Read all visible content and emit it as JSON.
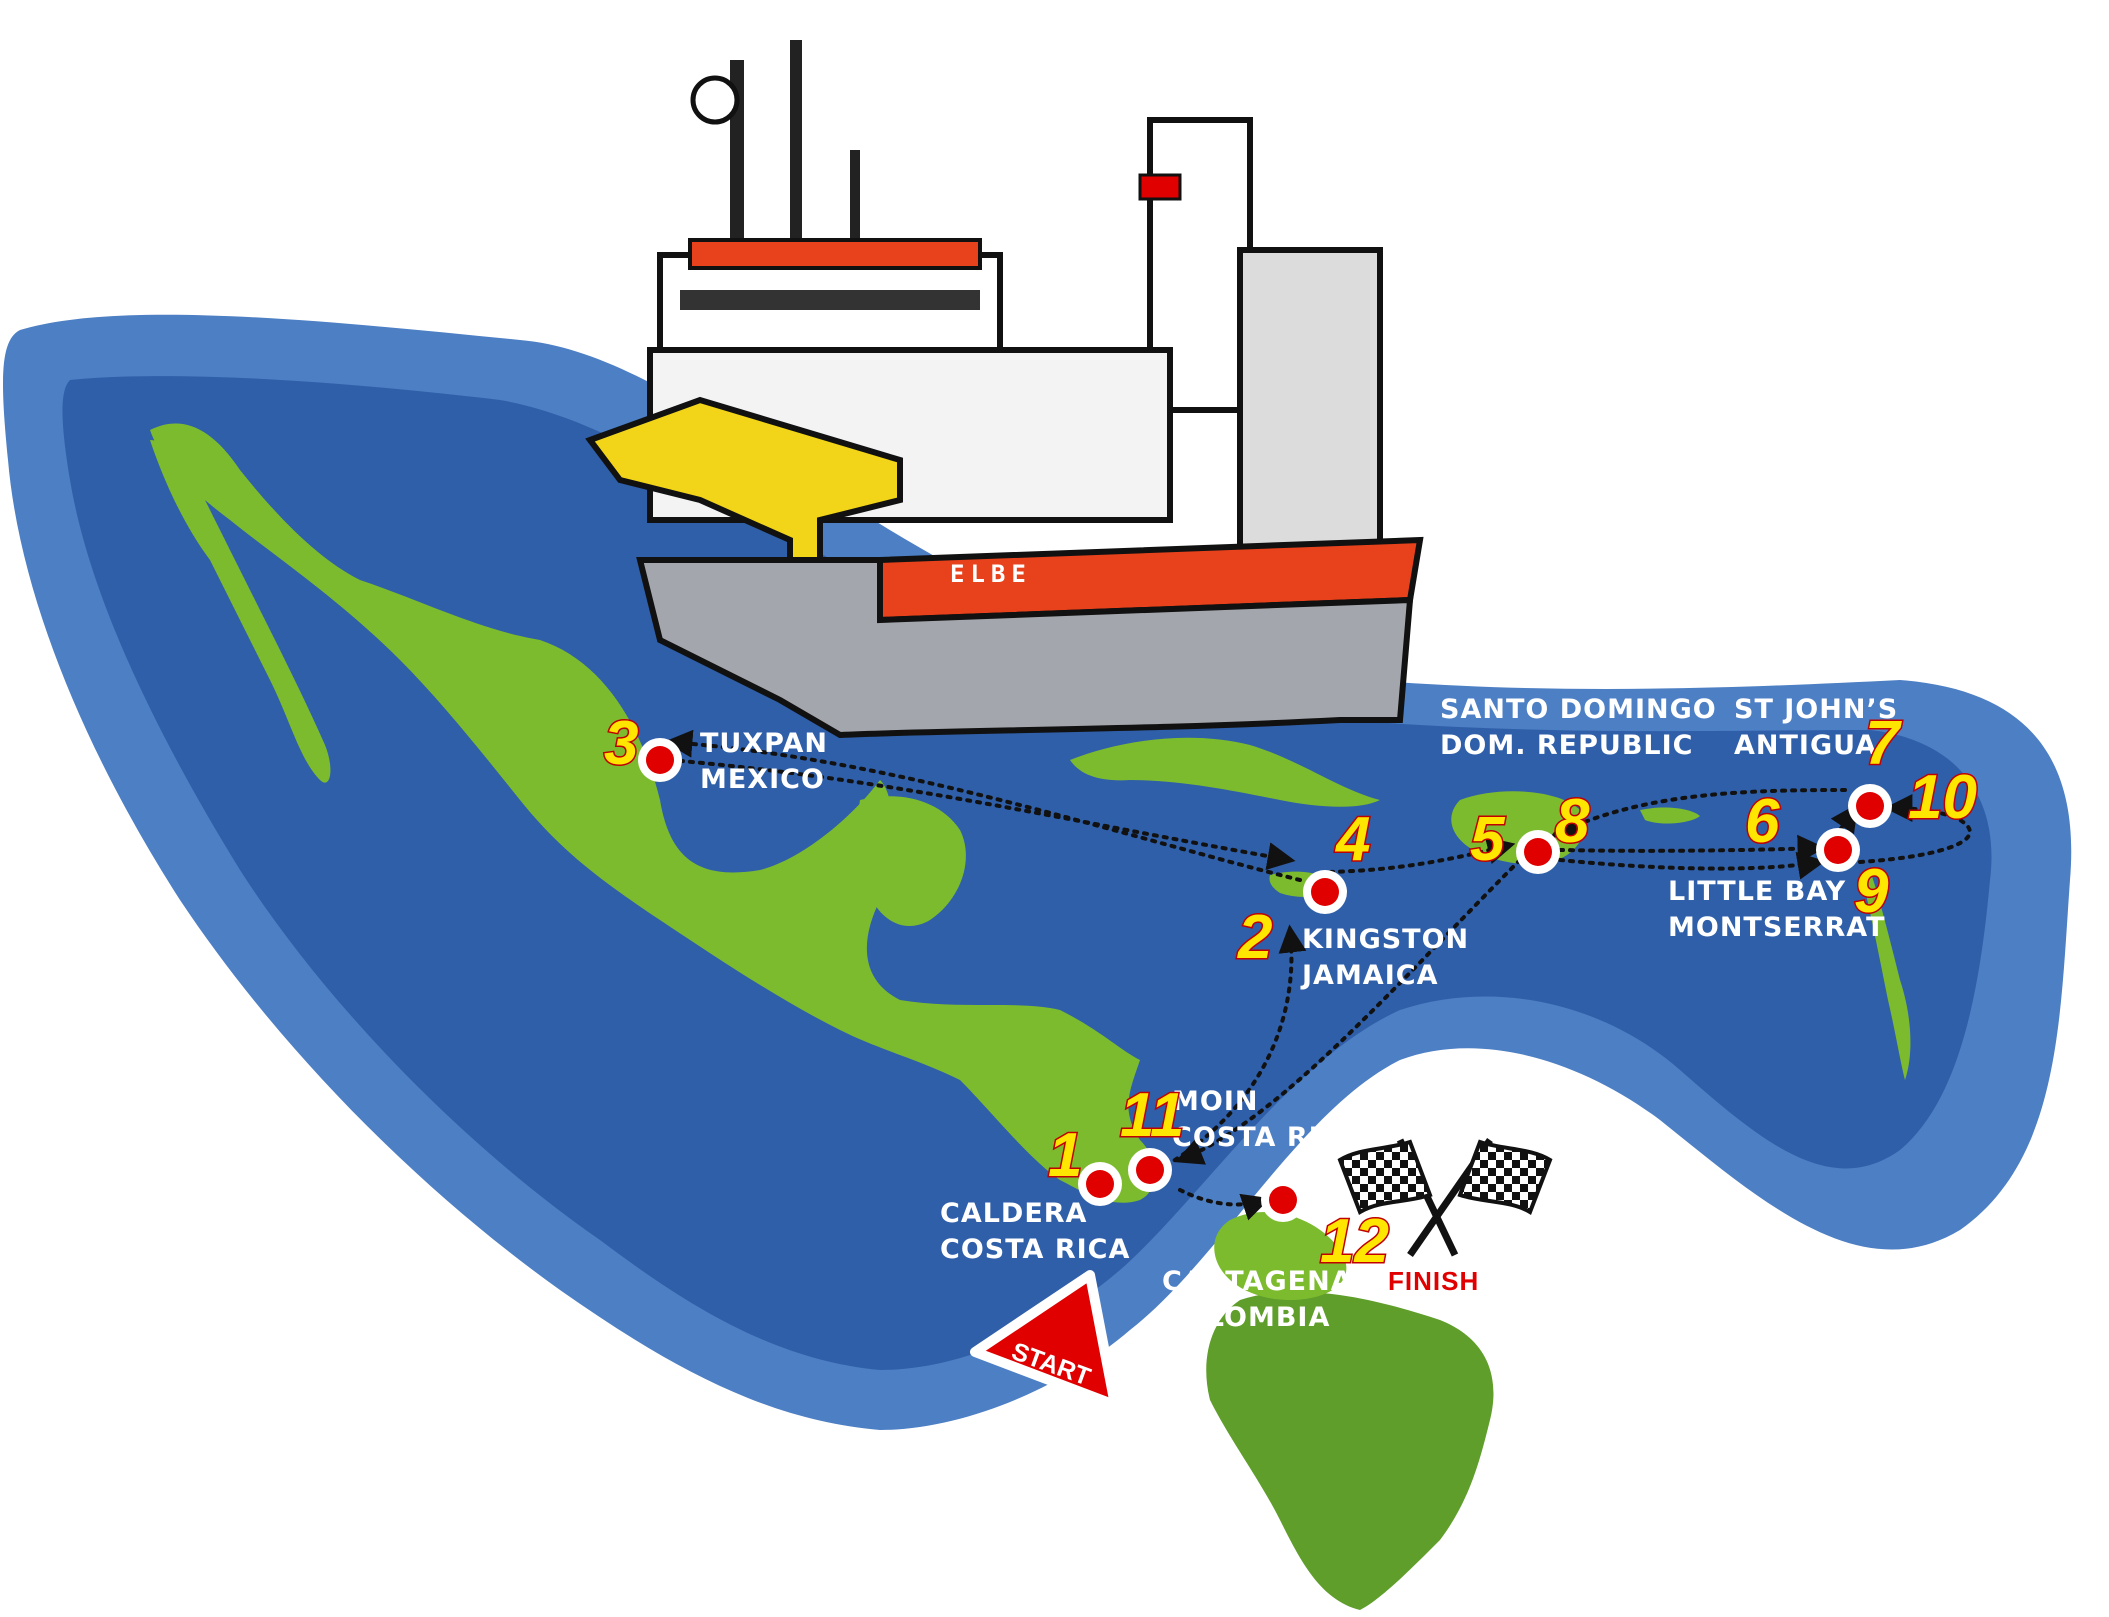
{
  "colors": {
    "ocean_outer": "#4d7fc4",
    "ocean_inner": "#2f5fa8",
    "land": "#7dbb2e",
    "land_dark": "#5f9e2a",
    "route": "#111111",
    "port_fill": "#e00000",
    "label": "#ffffff",
    "number_fill": "#ffe600",
    "number_stroke": "#c00000",
    "hull_red": "#e8421c",
    "hull_grey": "#a3a6ad",
    "crane_yellow": "#f2d418"
  },
  "ship": {
    "name": "ELBE"
  },
  "ports": [
    {
      "id": "caldera",
      "line1": "CALDERA",
      "line2": "COSTA RICA",
      "stops": [
        "1"
      ]
    },
    {
      "id": "kingston",
      "line1": "KINGSTON",
      "line2": "JAMAICA",
      "stops": [
        "2",
        "4"
      ]
    },
    {
      "id": "tuxpan",
      "line1": "TUXPAN",
      "line2": "MEXICO",
      "stops": [
        "3"
      ]
    },
    {
      "id": "santo-domingo",
      "line1": "SANTO DOMINGO",
      "line2": "DOM. REPUBLIC",
      "stops": [
        "5",
        "8"
      ]
    },
    {
      "id": "little-bay",
      "line1": "LITTLE BAY",
      "line2": "MONTSERRAT",
      "stops": [
        "6",
        "9"
      ]
    },
    {
      "id": "st-johns",
      "line1": "ST JOHN’S",
      "line2": "ANTIGUA",
      "stops": [
        "7",
        "10"
      ]
    },
    {
      "id": "moin",
      "line1": "MOIN",
      "line2": "COSTA RICA",
      "stops": [
        "11"
      ]
    },
    {
      "id": "cartagena",
      "line1": "CARTAGENA",
      "line2": "COLOMBIA",
      "stops": [
        "12"
      ]
    }
  ],
  "markers": {
    "start": "START",
    "finish": "FINISH"
  },
  "icons": [
    "ship-illustration",
    "checkered-flags-icon",
    "start-triangle-icon",
    "port-marker-icon"
  ]
}
